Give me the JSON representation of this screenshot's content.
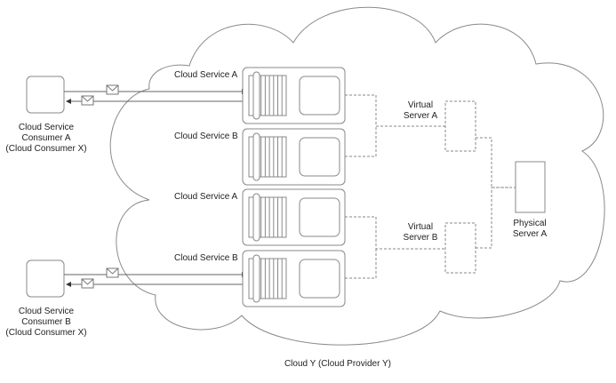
{
  "diagram": {
    "cloud_label": "Cloud Y (Cloud Provider Y)",
    "consumers": [
      {
        "lines": [
          "Cloud Service",
          "Consumer A",
          "(Cloud Consumer X)"
        ]
      },
      {
        "lines": [
          "Cloud Service",
          "Consumer B",
          "(Cloud Consumer X)"
        ]
      }
    ],
    "services": [
      {
        "label": "Cloud Service A"
      },
      {
        "label": "Cloud Service B"
      },
      {
        "label": "Cloud Service A"
      },
      {
        "label": "Cloud Service B"
      }
    ],
    "virtual_servers": [
      {
        "lines": [
          "Virtual",
          "Server A"
        ]
      },
      {
        "lines": [
          "Virtual",
          "Server B"
        ]
      }
    ],
    "physical_server": {
      "lines": [
        "Physical",
        "Server A"
      ]
    },
    "colors": {
      "stroke": "#777777",
      "text": "#222222",
      "dash": "#888888"
    }
  }
}
